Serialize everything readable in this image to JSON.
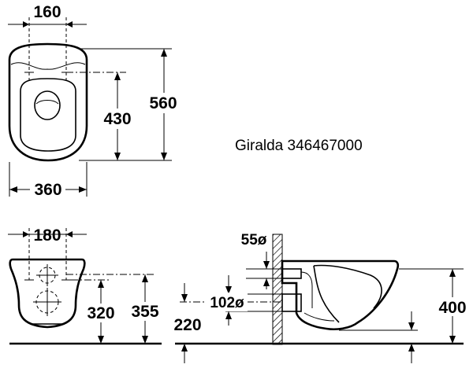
{
  "product": {
    "label": "Giralda 346467000"
  },
  "top_view": {
    "width_top": "160",
    "width_overall": "360",
    "depth_fixing": "430",
    "depth_overall": "560"
  },
  "front_view": {
    "width_fixing": "180",
    "height_fixing": "320",
    "height_waste": "355"
  },
  "side_view": {
    "inlet_diameter": "55ø",
    "outlet_diameter": "102ø",
    "outlet_height": "220",
    "rim_height": "400"
  }
}
